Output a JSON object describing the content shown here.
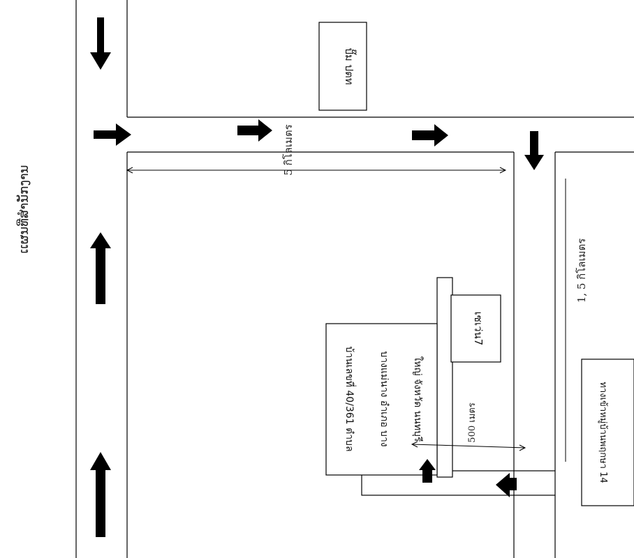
{
  "map": {
    "handwritten_title": "ເເຜນທີ່ສຳນັກງານ",
    "landmarks": {
      "gas_station": "ปั๊ม ปตท",
      "seven_eleven": "เซเว่น7",
      "soi_entrance": "ทางเข้าหมู่บ้านพฤกษา 14"
    },
    "address": {
      "line1": "บ้านเลขที่ 40/361  ตำบล",
      "line2": "บางแม่นาง  อำเภอ บาง",
      "line3": "ใหญ่  จังหวัด นนทบุรี"
    },
    "distances": {
      "top_road": "5 กิโลเมตร",
      "side_road": "1, 5 กิโลเมตร",
      "short": "500 เมตร"
    },
    "colors": {
      "line": "#000000",
      "arrow": "#000000",
      "background": "#ffffff"
    }
  }
}
